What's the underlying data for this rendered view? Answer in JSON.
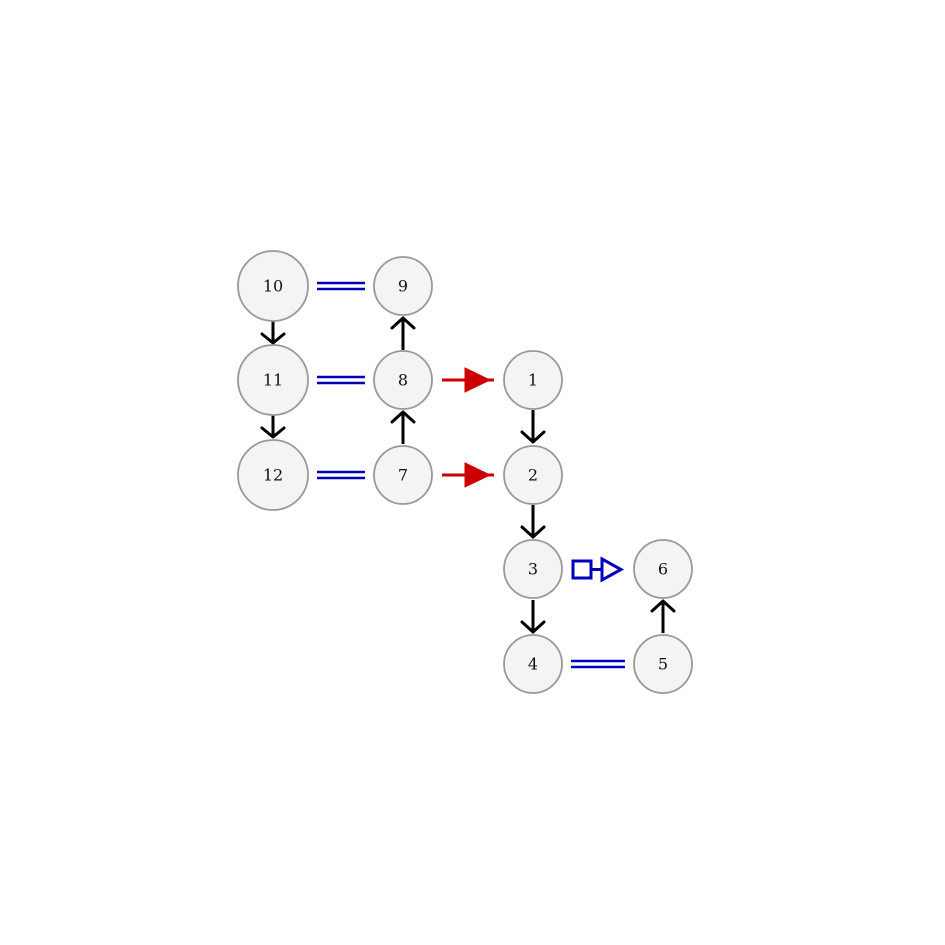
{
  "colors": {
    "node_fill": "#f4f4f4",
    "node_stroke": "#999999",
    "black_edge": "#000000",
    "red_edge": "#cc0000",
    "blue_edge": "#0000bb"
  },
  "nodes": [
    {
      "id": "n1",
      "label": "1"
    },
    {
      "id": "n2",
      "label": "2"
    },
    {
      "id": "n3",
      "label": "3"
    },
    {
      "id": "n4",
      "label": "4"
    },
    {
      "id": "n5",
      "label": "5"
    },
    {
      "id": "n6",
      "label": "6"
    },
    {
      "id": "n7",
      "label": "7"
    },
    {
      "id": "n8",
      "label": "8"
    },
    {
      "id": "n9",
      "label": "9"
    },
    {
      "id": "n10",
      "label": "10"
    },
    {
      "id": "n11",
      "label": "11"
    },
    {
      "id": "n12",
      "label": "12"
    }
  ],
  "edges": [
    {
      "from": "10",
      "to": "11",
      "kind": "open-arrow"
    },
    {
      "from": "11",
      "to": "12",
      "kind": "open-arrow"
    },
    {
      "from": "8",
      "to": "9",
      "kind": "open-arrow"
    },
    {
      "from": "7",
      "to": "8",
      "kind": "open-arrow"
    },
    {
      "from": "1",
      "to": "2",
      "kind": "open-arrow"
    },
    {
      "from": "2",
      "to": "3",
      "kind": "open-arrow"
    },
    {
      "from": "3",
      "to": "4",
      "kind": "open-arrow"
    },
    {
      "from": "5",
      "to": "6",
      "kind": "open-arrow"
    },
    {
      "from": "10",
      "to": "9",
      "kind": "double-line"
    },
    {
      "from": "11",
      "to": "8",
      "kind": "double-line"
    },
    {
      "from": "12",
      "to": "7",
      "kind": "double-line"
    },
    {
      "from": "4",
      "to": "5",
      "kind": "double-line"
    },
    {
      "from": "8",
      "to": "1",
      "kind": "filled-triangle"
    },
    {
      "from": "7",
      "to": "2",
      "kind": "filled-triangle"
    },
    {
      "from": "3",
      "to": "6",
      "kind": "box-hollow-triangle"
    }
  ]
}
